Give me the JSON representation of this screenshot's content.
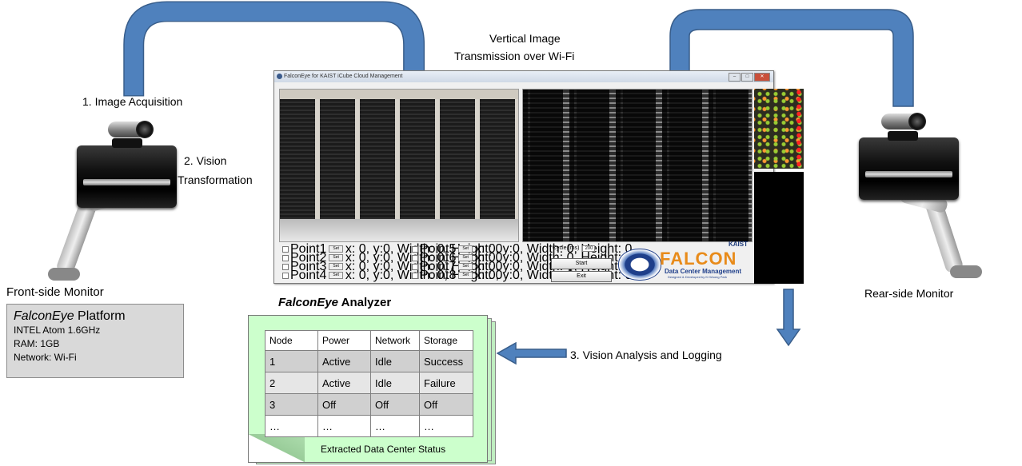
{
  "labels": {
    "transmission_line1": "Vertical Image",
    "transmission_line2": "Transmission over Wi-Fi",
    "step1": "1. Image Acquisition",
    "step2_line1": "2. Vision",
    "step2_line2": "Transformation",
    "step3": "3. Vision Analysis and Logging",
    "front_monitor": "Front-side Monitor",
    "rear_monitor": "Rear-side Monitor",
    "analyzer_name": "FalconEye",
    "analyzer_suffix": " Analyzer"
  },
  "platform": {
    "name": "FalconEye",
    "suffix": " Platform",
    "specs": [
      "INTEL Atom 1.6GHz",
      "RAM: 1GB",
      "Network: Wi-Fi"
    ]
  },
  "window": {
    "title": "FalconEye for KAIST iCube Cloud Management",
    "points_left": [
      {
        "label": "Point1",
        "set": "Set",
        "info": "x: 0, y:0, Width: 0, Height: 0"
      },
      {
        "label": "Point2",
        "set": "Set",
        "info": "x: 0, y:0, Width: 0, Height: 0"
      },
      {
        "label": "Point3",
        "set": "Set",
        "info": "x: 0, y:0, Width: 0, Height: 0"
      },
      {
        "label": "Point4",
        "set": "Set",
        "info": "x: 0, y:0, Width: 0, Height: 0"
      }
    ],
    "points_right": [
      {
        "label": "Point5",
        "set": "Set",
        "info": "x: 0, y:0, Width: 0, Height: 0"
      },
      {
        "label": "Point6",
        "set": "Set",
        "info": "x: 0, y:0, Width: 0, Height: 0"
      },
      {
        "label": "Point7",
        "set": "Set",
        "info": "x: 0, y:0, Width: 0, Height: 0"
      },
      {
        "label": "Point8",
        "set": "Set",
        "info": "x: 0, y:0, Width: 0, Height: 0"
      }
    ],
    "cycle_label": "Cycle (ms)",
    "cycle_value": "200",
    "start_label": "Start",
    "exit_label": "Exit",
    "logo_kaist": "KAIST",
    "logo_name": "FALCON",
    "logo_sub": "Data Center Management",
    "logo_credit": "Designed & Developed by Ki Woong Park"
  },
  "status_table": {
    "headers": [
      "Node",
      "Power",
      "Network",
      "Storage"
    ],
    "rows": [
      [
        "1",
        "Active",
        "Idle",
        "Success"
      ],
      [
        "2",
        "Active",
        "Idle",
        "Failure"
      ],
      [
        "3",
        "Off",
        "Off",
        "Off"
      ],
      [
        "…",
        "…",
        "…",
        "…"
      ]
    ],
    "caption": "Extracted Data Center Status"
  },
  "colors": {
    "arrow": "#4f81bd",
    "arrow_border": "#385d8a",
    "doc": "#ccffcc",
    "platform_bg": "#d9d9d9",
    "logo_orange": "#e88b1a",
    "logo_blue": "#1f3f8a"
  }
}
